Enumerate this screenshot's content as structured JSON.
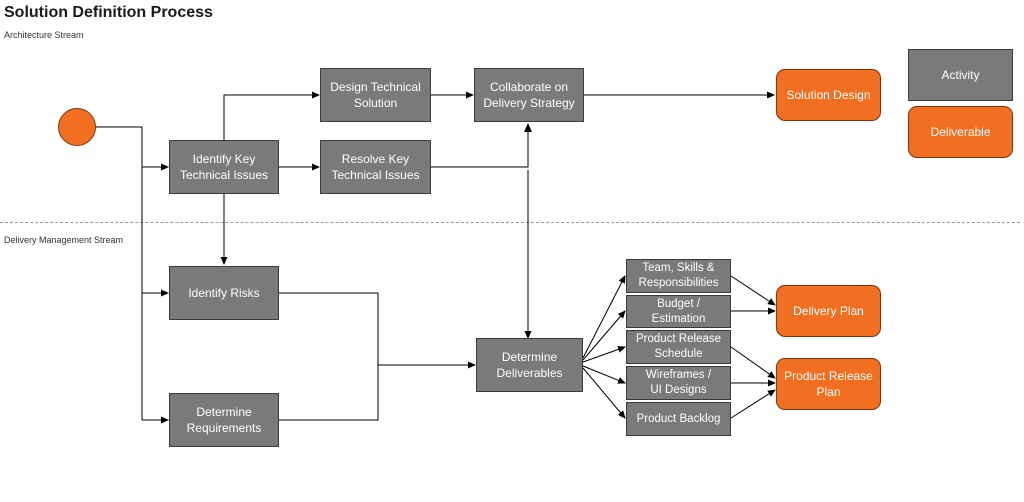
{
  "title": "Solution Definition Process",
  "streams": {
    "architecture": "Architecture Stream",
    "delivery": "Delivery Management Stream"
  },
  "activities": {
    "identify_key_issues": "Identify Key\nTechnical Issues",
    "design_solution": "Design Technical\nSolution",
    "resolve_key_issues": "Resolve Key\nTechnical Issues",
    "collaborate": "Collaborate on\nDelivery Strategy",
    "identify_risks": "Identify Risks",
    "determine_requirements": "Determine\nRequirements",
    "determine_deliverables": "Determine\nDeliverables",
    "team_skills": "Team, Skills &\nResponsibilities",
    "budget": "Budget /\nEstimation",
    "release_schedule": "Product Release\nSchedule",
    "wireframes": "Wireframes /\nUI Designs",
    "backlog": "Product Backlog"
  },
  "deliverables": {
    "solution_design": "Solution Design",
    "delivery_plan": "Delivery Plan",
    "product_release_plan": "Product Release\nPlan"
  },
  "legend": {
    "activity": "Activity",
    "deliverable": "Deliverable"
  },
  "colors": {
    "activity": "#7a7a7a",
    "deliverable": "#f26f22",
    "connector": "#000000"
  }
}
